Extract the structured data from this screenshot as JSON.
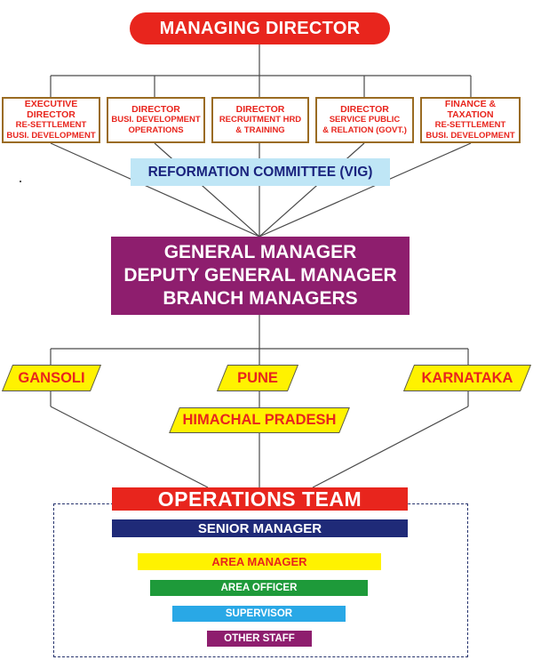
{
  "managing_director": "MANAGING DIRECTOR",
  "directors": [
    {
      "title": "EXECUTIVE DIRECTOR",
      "lines": [
        "RE-SETTLEMENT",
        "BUSI. DEVELOPMENT"
      ]
    },
    {
      "title": "DIRECTOR",
      "lines": [
        "BUSI. DEVELOPMENT",
        "OPERATIONS"
      ]
    },
    {
      "title": "DIRECTOR",
      "lines": [
        "RECRUITMENT HRD",
        "& TRAINING"
      ]
    },
    {
      "title": "DIRECTOR",
      "lines": [
        "SERVICE PUBLIC",
        "& RELATION (GOVT.)"
      ]
    },
    {
      "title": "FINANCE & TAXATION",
      "lines": [
        "RE-SETTLEMENT",
        "BUSI. DEVELOPMENT"
      ]
    }
  ],
  "committee": "REFORMATION COMMITTEE (VIG)",
  "management": [
    "GENERAL MANAGER",
    "DEPUTY GENERAL MANAGER",
    "BRANCH MANAGERS"
  ],
  "branches": {
    "gansoli": "GANSOLI",
    "pune": "PUNE",
    "karnataka": "KARNATAKA",
    "himachal": "HIMACHAL PRADESH"
  },
  "operations_team": "OPERATIONS TEAM",
  "levels": [
    {
      "label": "SENIOR MANAGER",
      "color": "#1f2a78",
      "text_color": "#ffffff"
    },
    {
      "label": "AREA MANAGER",
      "color": "#fff200",
      "text_color": "#e8251d"
    },
    {
      "label": "AREA OFFICER",
      "color": "#1e9a3a",
      "text_color": "#ffffff"
    },
    {
      "label": "SUPERVISOR",
      "color": "#29a8e6",
      "text_color": "#ffffff"
    },
    {
      "label": "OTHER STAFF",
      "color": "#8e1e6e",
      "text_color": "#ffffff"
    }
  ],
  "colors": {
    "red": "#e8251d",
    "purple": "#8e1e6e",
    "committee_bg": "#bfe6f6",
    "committee_text": "#1a237e",
    "branch_bg": "#fff200",
    "line": "#4a4a4a"
  }
}
